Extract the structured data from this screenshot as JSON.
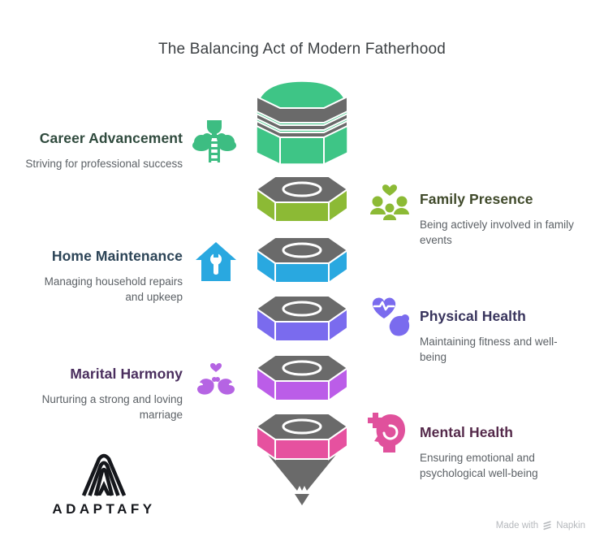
{
  "title": "The Balancing Act of Modern Fatherhood",
  "sections": [
    {
      "label": "Career Advancement",
      "description": "Striving for professional success",
      "color": "#3dbd82",
      "heading_color": "#2f4a3d",
      "side": "left",
      "icon": "trophy-ladder-clouds-icon"
    },
    {
      "label": "Family Presence",
      "description": "Being actively involved in family events",
      "color": "#8cba35",
      "heading_color": "#404a2b",
      "side": "right",
      "icon": "family-heart-icon"
    },
    {
      "label": "Home Maintenance",
      "description": "Managing household repairs and upkeep",
      "color": "#29a8e0",
      "heading_color": "#2c4457",
      "side": "left",
      "icon": "house-wrench-icon"
    },
    {
      "label": "Physical Health",
      "description": "Maintaining fitness and well-being",
      "color": "#7a6bee",
      "heading_color": "#38345d",
      "side": "right",
      "icon": "heart-pulse-muscle-icon"
    },
    {
      "label": "Marital Harmony",
      "description": "Nurturing a strong and loving marriage",
      "color": "#b564e3",
      "heading_color": "#4a2e5e",
      "side": "left",
      "icon": "doves-heart-icon"
    },
    {
      "label": "Mental Health",
      "description": "Ensuring emotional and psychological well-being",
      "color": "#e0519c",
      "heading_color": "#54294a",
      "side": "right",
      "icon": "head-plus-icon"
    }
  ],
  "funnel": {
    "hardware_color": "#6a6a6a",
    "layers": [
      {
        "name": "Career Advancement",
        "color": "#3ec586"
      },
      {
        "name": "Family Presence",
        "color": "#8cba35"
      },
      {
        "name": "Home Maintenance",
        "color": "#29a8e0"
      },
      {
        "name": "Physical Health",
        "color": "#7a6bee"
      },
      {
        "name": "Marital Harmony",
        "color": "#bb5de8"
      },
      {
        "name": "Mental Health",
        "color": "#e6519f"
      }
    ]
  },
  "footer": {
    "brand": "ADAPTAFY",
    "credit_prefix": "Made with",
    "credit_brand": "Napkin"
  }
}
